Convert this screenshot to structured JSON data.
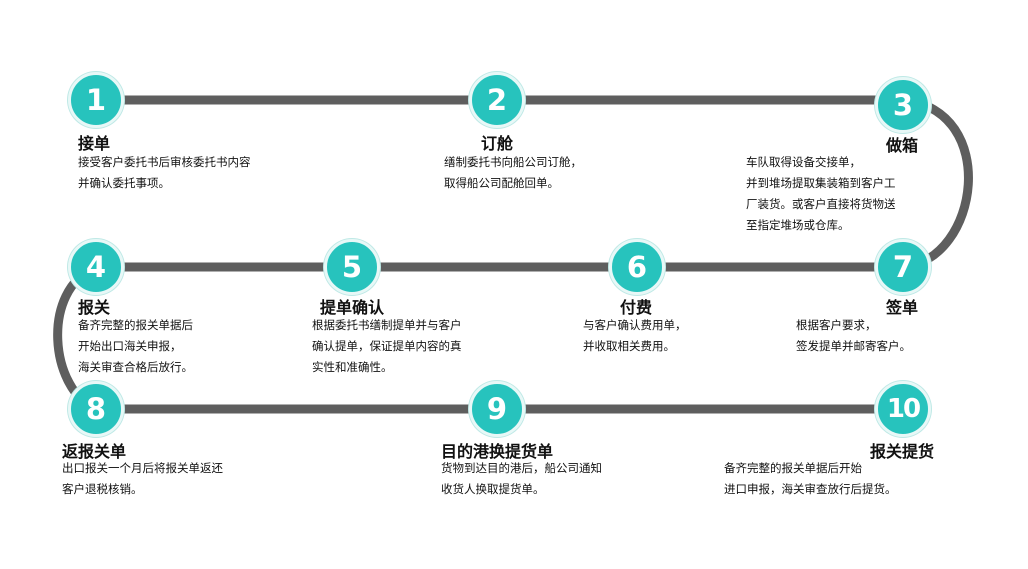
{
  "steps": [
    {
      "num": "1",
      "title": "接单",
      "lines": [
        "接受客户委托书后审核委托书内容",
        "并确认委托事项。"
      ]
    },
    {
      "num": "2",
      "title": "订舱",
      "lines": [
        "缮制委托书向船公司订舱，",
        "取得船公司配舱回单。"
      ]
    },
    {
      "num": "3",
      "title": "做箱",
      "lines": [
        "车队取得设备交接单，",
        "并到堆场提取集装箱到客户工",
        "厂装货。或客户直接将货物送",
        "至指定堆场或仓库。"
      ]
    },
    {
      "num": "4",
      "title": "报关",
      "lines": [
        "备齐完整的报关单据后",
        "开始出口海关申报，",
        "海关审查合格后放行。"
      ]
    },
    {
      "num": "5",
      "title": "提单确认",
      "lines": [
        "根据委托书缮制提单并与客户",
        "确认提单，保证提单内容的真",
        "实性和准确性。"
      ]
    },
    {
      "num": "6",
      "title": "付费",
      "lines": [
        "与客户确认费用单，",
        "并收取相关费用。"
      ]
    },
    {
      "num": "7",
      "title": "签单",
      "lines": [
        "根据客户要求，",
        "签发提单并邮寄客户。"
      ]
    },
    {
      "num": "8",
      "title": "返报关单",
      "lines": [
        "出口报关一个月后将报关单返还",
        "客户退税核销。"
      ]
    },
    {
      "num": "9",
      "title": "目的港换提货单",
      "lines": [
        "货物到达目的港后，船公司通知",
        "收货人换取提货单。"
      ]
    },
    {
      "num": "10",
      "title": "报关提货",
      "lines": [
        "备齐完整的报关单据后开始",
        "进口申报，海关审查放行后提货。"
      ]
    }
  ]
}
